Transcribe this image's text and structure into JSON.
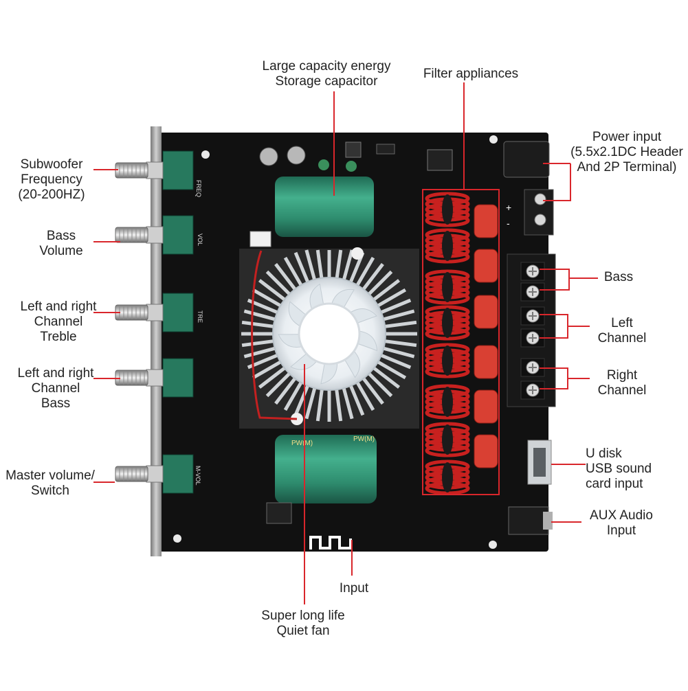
{
  "colors": {
    "callout": "#d9262b",
    "board": "#111111",
    "heatsink": "#cfd3d6",
    "capacitor": "#2e8c6e",
    "inductor": "#c8211f",
    "film_capacitor": "#d94033",
    "potentiometer": "#27795e",
    "terminal": "#1a1a1a",
    "text": "#222222"
  },
  "labels": {
    "subwoofer": [
      "Subwoofer",
      "Frequency",
      "(20-200HZ)"
    ],
    "bass_volume": [
      "Bass",
      "Volume"
    ],
    "treble": [
      "Left and right",
      "Channel",
      "Treble"
    ],
    "lr_bass": [
      "Left and right",
      "Channel",
      "Bass"
    ],
    "master": [
      "Master volume/",
      "Switch"
    ],
    "capacitor": [
      "Large capacity energy",
      "Storage capacitor"
    ],
    "filter": [
      "Filter appliances"
    ],
    "power": [
      "Power input",
      "(5.5x2.1DC Header",
      "And 2P Terminal)"
    ],
    "bass_out": [
      "Bass"
    ],
    "left_channel": [
      "Left",
      "Channel"
    ],
    "right_channel": [
      "Right",
      "Channel"
    ],
    "udisk": [
      "U disk",
      "USB sound",
      "card input"
    ],
    "aux": [
      "AUX Audio",
      "Input"
    ],
    "input": [
      "Input"
    ],
    "fan": [
      "Super long life",
      "Quiet fan"
    ]
  },
  "board_marks": {
    "freq": "FREQ",
    "vol": "VOL",
    "tre": "TRE",
    "mvol": "M-VOL",
    "pwm": "PW(M)",
    "plus": "+",
    "minus": "-"
  },
  "icons": {
    "knob": "rotary-knob-icon",
    "fan": "fan-icon",
    "antenna": "bluetooth-antenna-icon",
    "screw": "screw-terminal-icon"
  }
}
